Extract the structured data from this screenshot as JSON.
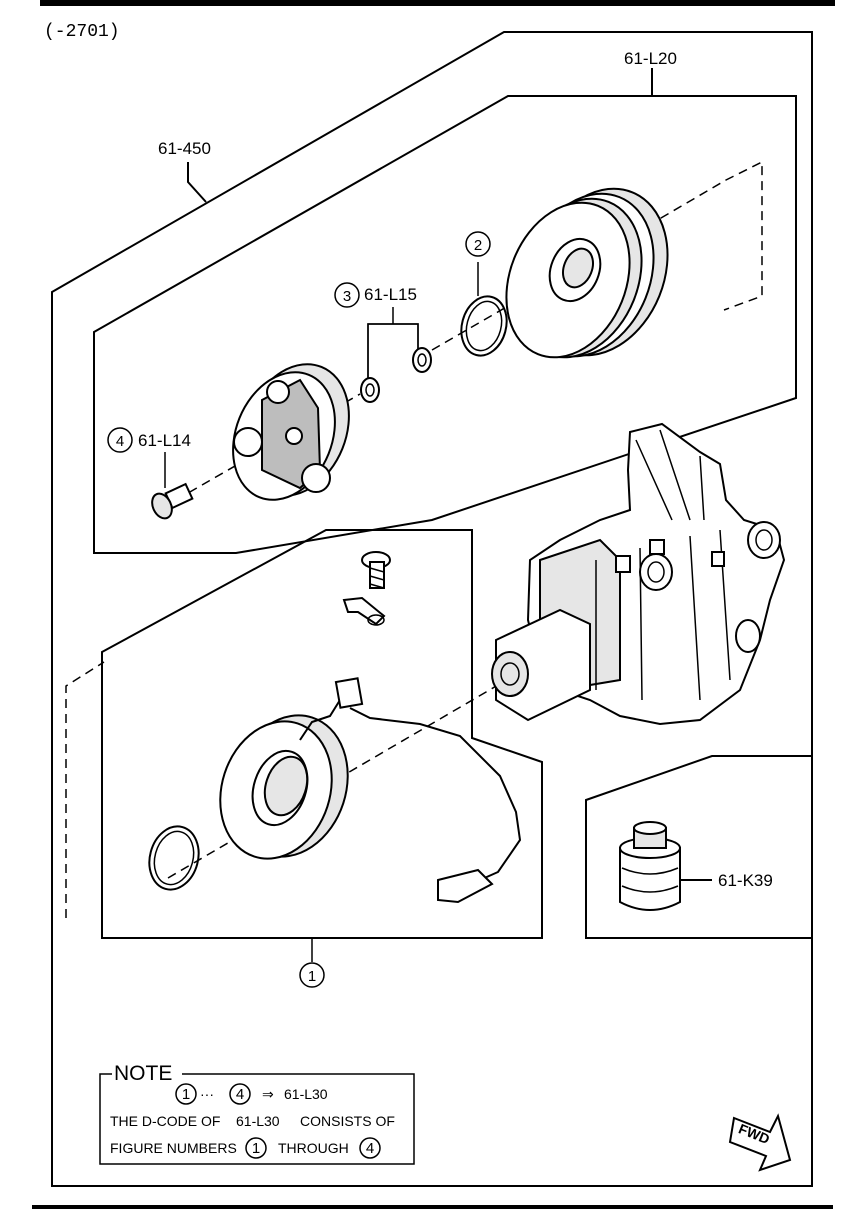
{
  "header_code": "(-2701)",
  "labels": {
    "assembly": "61-450",
    "clutch": "61-L20",
    "shim": "61-L15",
    "bolt": "61-L14",
    "oil": "61-K39"
  },
  "callouts": {
    "c1": "1",
    "c2": "2",
    "c3": "3",
    "c4": "4"
  },
  "note": {
    "title": "NOTE",
    "line1_ellipsis": "···",
    "line1_arrow": "⇒",
    "line1_code": "61-L30",
    "line2_a": "THE D-CODE OF",
    "line2_code": "61-L30",
    "line2_b": "CONSISTS OF",
    "line3_a": "FIGURE NUMBERS",
    "line3_b": "THROUGH",
    "n_start": "1",
    "n_mid": "4",
    "n_from": "1",
    "n_to": "4"
  },
  "fwd_label": "FWD"
}
